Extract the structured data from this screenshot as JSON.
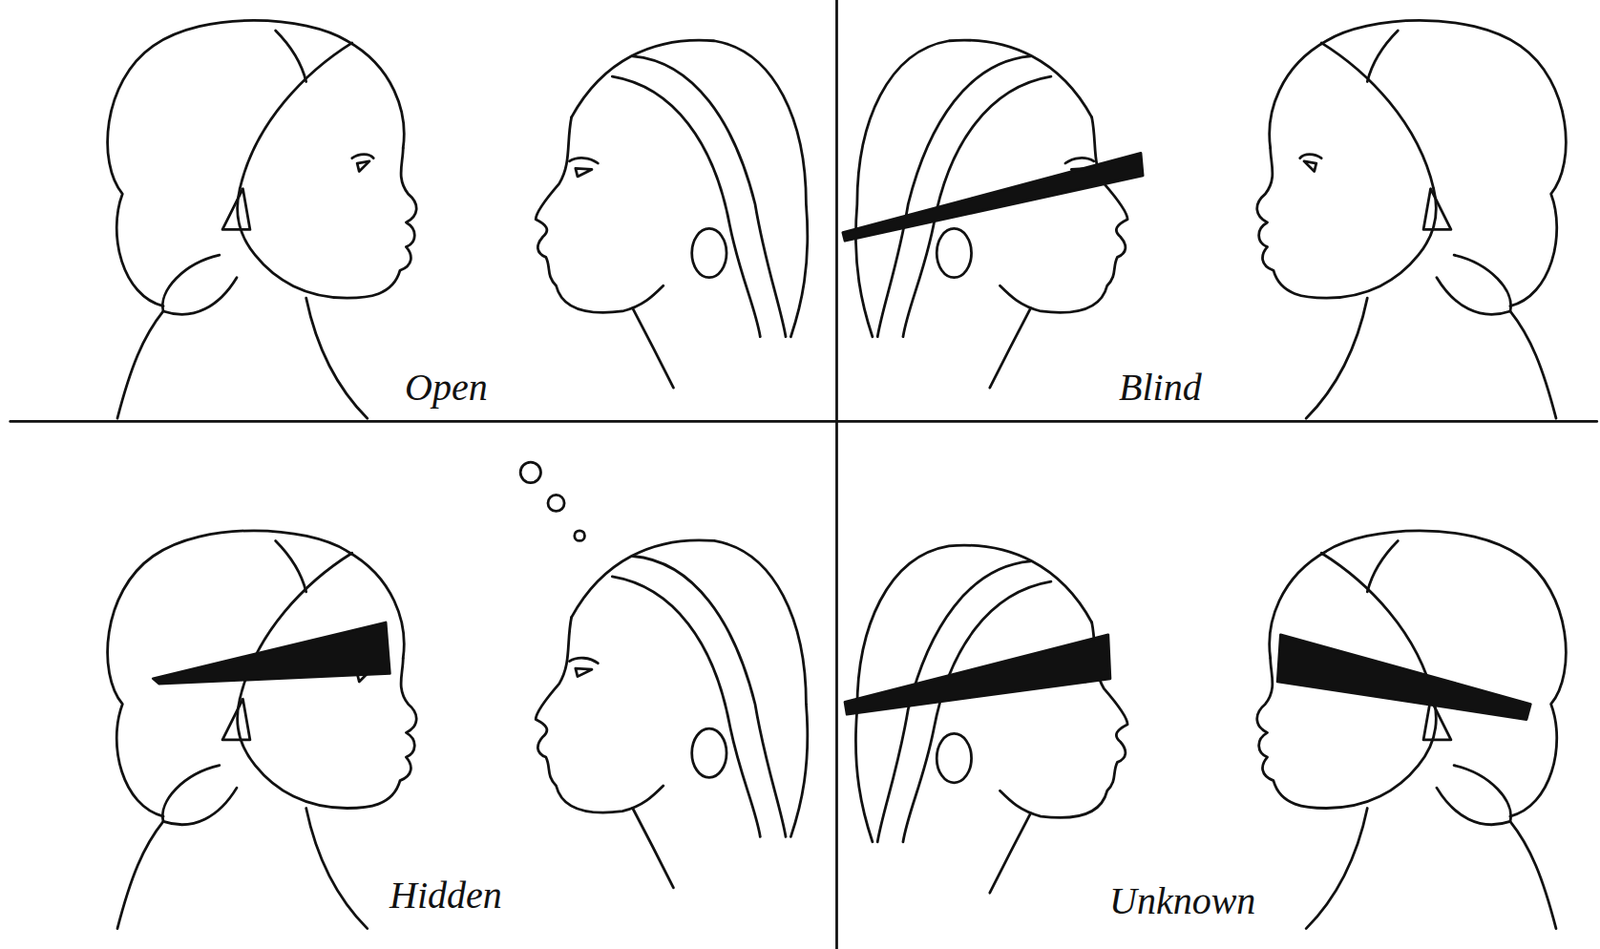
{
  "diagram": {
    "labels": [
      "Open",
      "Blind",
      "Hidden",
      "Unknown"
    ]
  }
}
